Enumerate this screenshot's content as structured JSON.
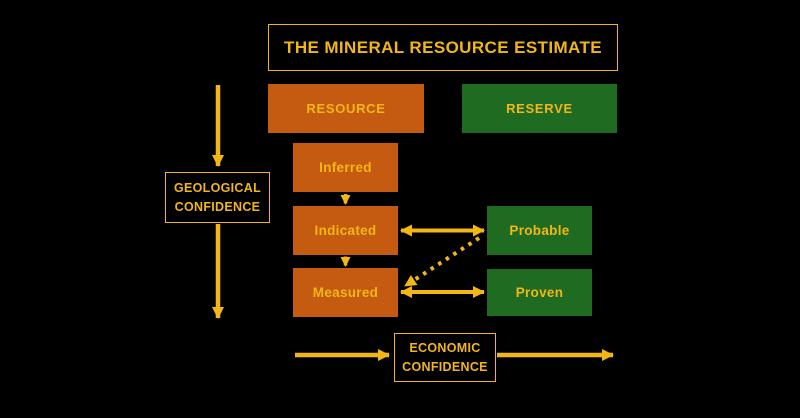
{
  "title": "THE MINERAL RESOURCE ESTIMATE",
  "colors": {
    "background": "#000000",
    "gold": "#F2B616",
    "orange": "#C55A11",
    "green": "#1E6B21"
  },
  "categories": {
    "resource": "RESOURCE",
    "reserve": "RESERVE"
  },
  "levels": {
    "inferred": "Inferred",
    "indicated": "Indicated",
    "measured": "Measured",
    "probable": "Probable",
    "proven": "Proven"
  },
  "axes": {
    "geological": "GEOLOGICAL CONFIDENCE",
    "economic": "ECONOMIC CONFIDENCE"
  }
}
